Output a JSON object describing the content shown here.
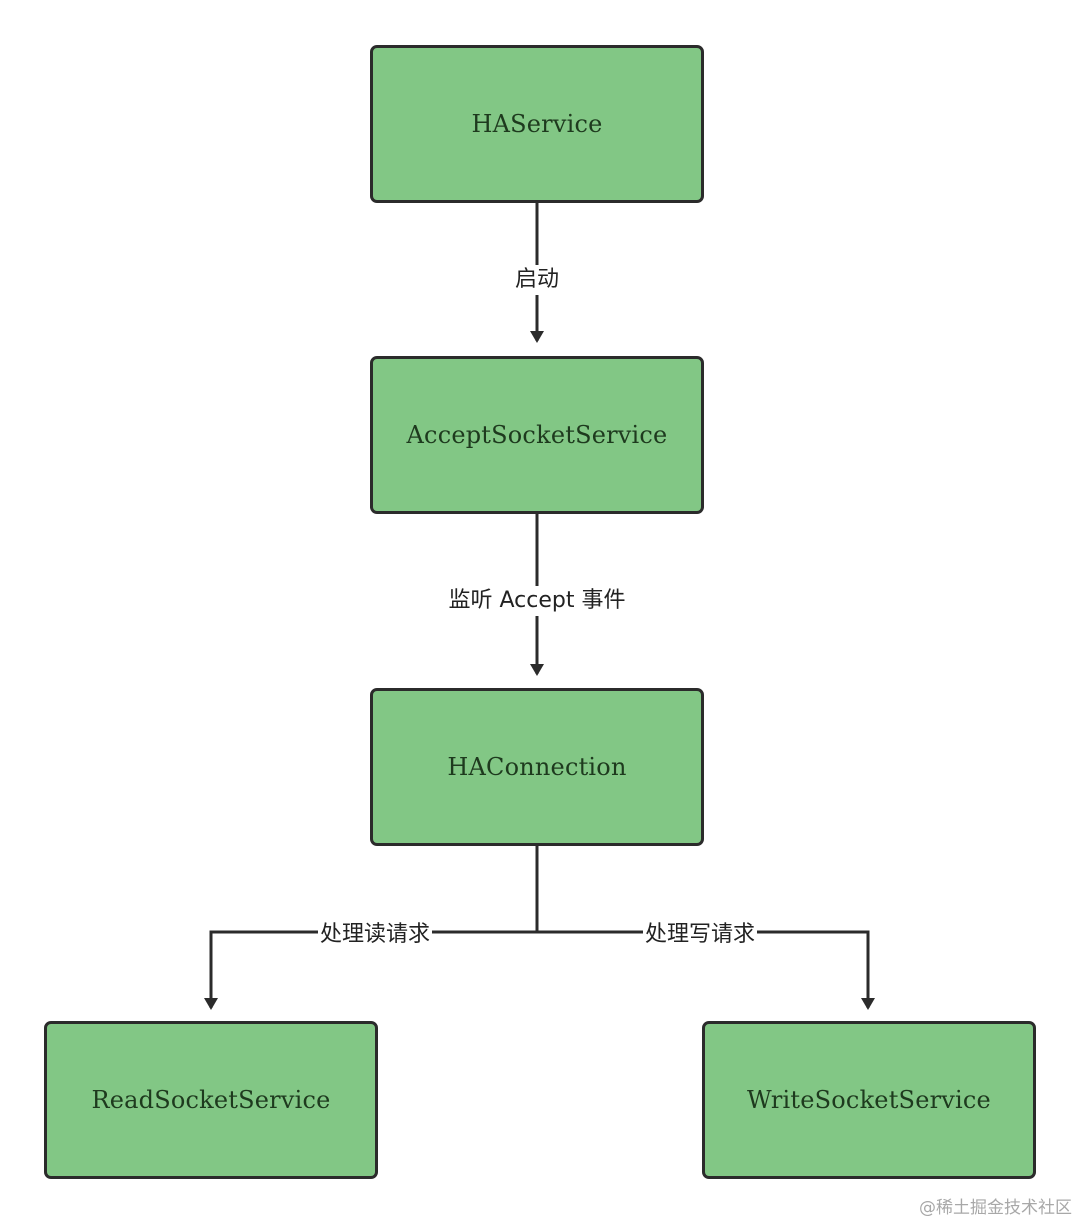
{
  "diagram": {
    "nodes": {
      "ha_service": "HAService",
      "accept_socket_service": "AcceptSocketService",
      "ha_connection": "HAConnection",
      "read_socket_service": "ReadSocketService",
      "write_socket_service": "WriteSocketService"
    },
    "edges": {
      "start": "启动",
      "listen_accept": "监听 Accept 事件",
      "handle_read": "处理读请求",
      "handle_write": "处理写请求"
    },
    "colors": {
      "node_fill": "#82c785",
      "node_border": "#2b2b2b",
      "edge": "#2b2b2b"
    }
  },
  "watermark": "@稀土掘金技术社区"
}
